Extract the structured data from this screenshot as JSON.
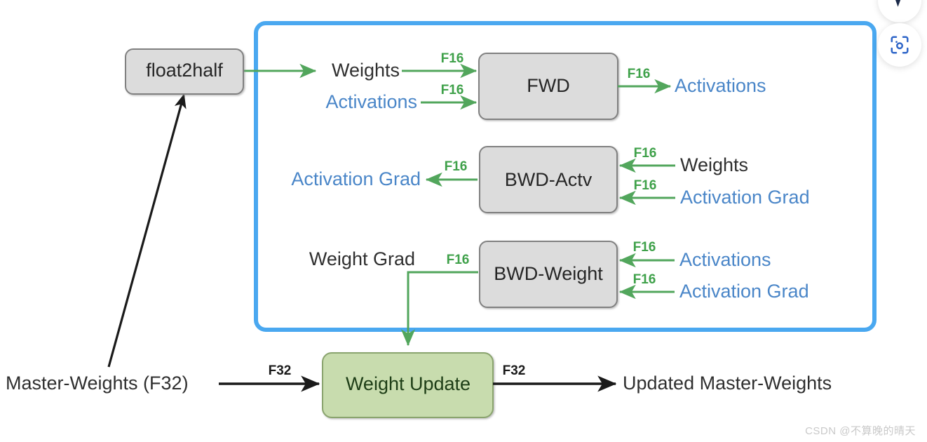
{
  "watermark": "CSDN @不算晚的晴天",
  "colors": {
    "container_border": "#4aa8f0",
    "process_box_fill": "#dcdcdc",
    "process_box_stroke": "#808080",
    "update_box_fill": "#c8dcae",
    "update_box_stroke": "#8aa46e",
    "green_arrow": "#52a65c",
    "green_label": "#3fa14a",
    "blue_text": "#4a86c8",
    "black_text": "#2f2f2f"
  },
  "nodes": {
    "float2half": "float2half",
    "fwd": "FWD",
    "bwd_actv": "BWD-Actv",
    "bwd_weight": "BWD-Weight",
    "weight_update": "Weight Update"
  },
  "tensors": {
    "weights_in": "Weights",
    "activations_in": "Activations",
    "activations_out": "Activations",
    "activation_grad_out": "Activation Grad",
    "weights_bwd_actv": "Weights",
    "activation_grad_bwd_actv": "Activation Grad",
    "weight_grad": "Weight Grad",
    "activations_bwd_weight": "Activations",
    "activation_grad_bwd_weight": "Activation Grad",
    "master_weights": "Master-Weights (F32)",
    "updated_master_weights": "Updated Master-Weights"
  },
  "edge_labels": {
    "fwd_weights": "F16",
    "fwd_activations": "F16",
    "fwd_out": "F16",
    "bwd_actv_out": "F16",
    "bwd_actv_weights": "F16",
    "bwd_actv_grad": "F16",
    "bwd_weight_out": "F16",
    "bwd_weight_activations": "F16",
    "bwd_weight_grad": "F16",
    "update_in": "F32",
    "update_out": "F32"
  },
  "floating_buttons": [
    {
      "name": "cursor-icon",
      "label": "cursor"
    },
    {
      "name": "scan-icon",
      "label": "scan"
    }
  ]
}
